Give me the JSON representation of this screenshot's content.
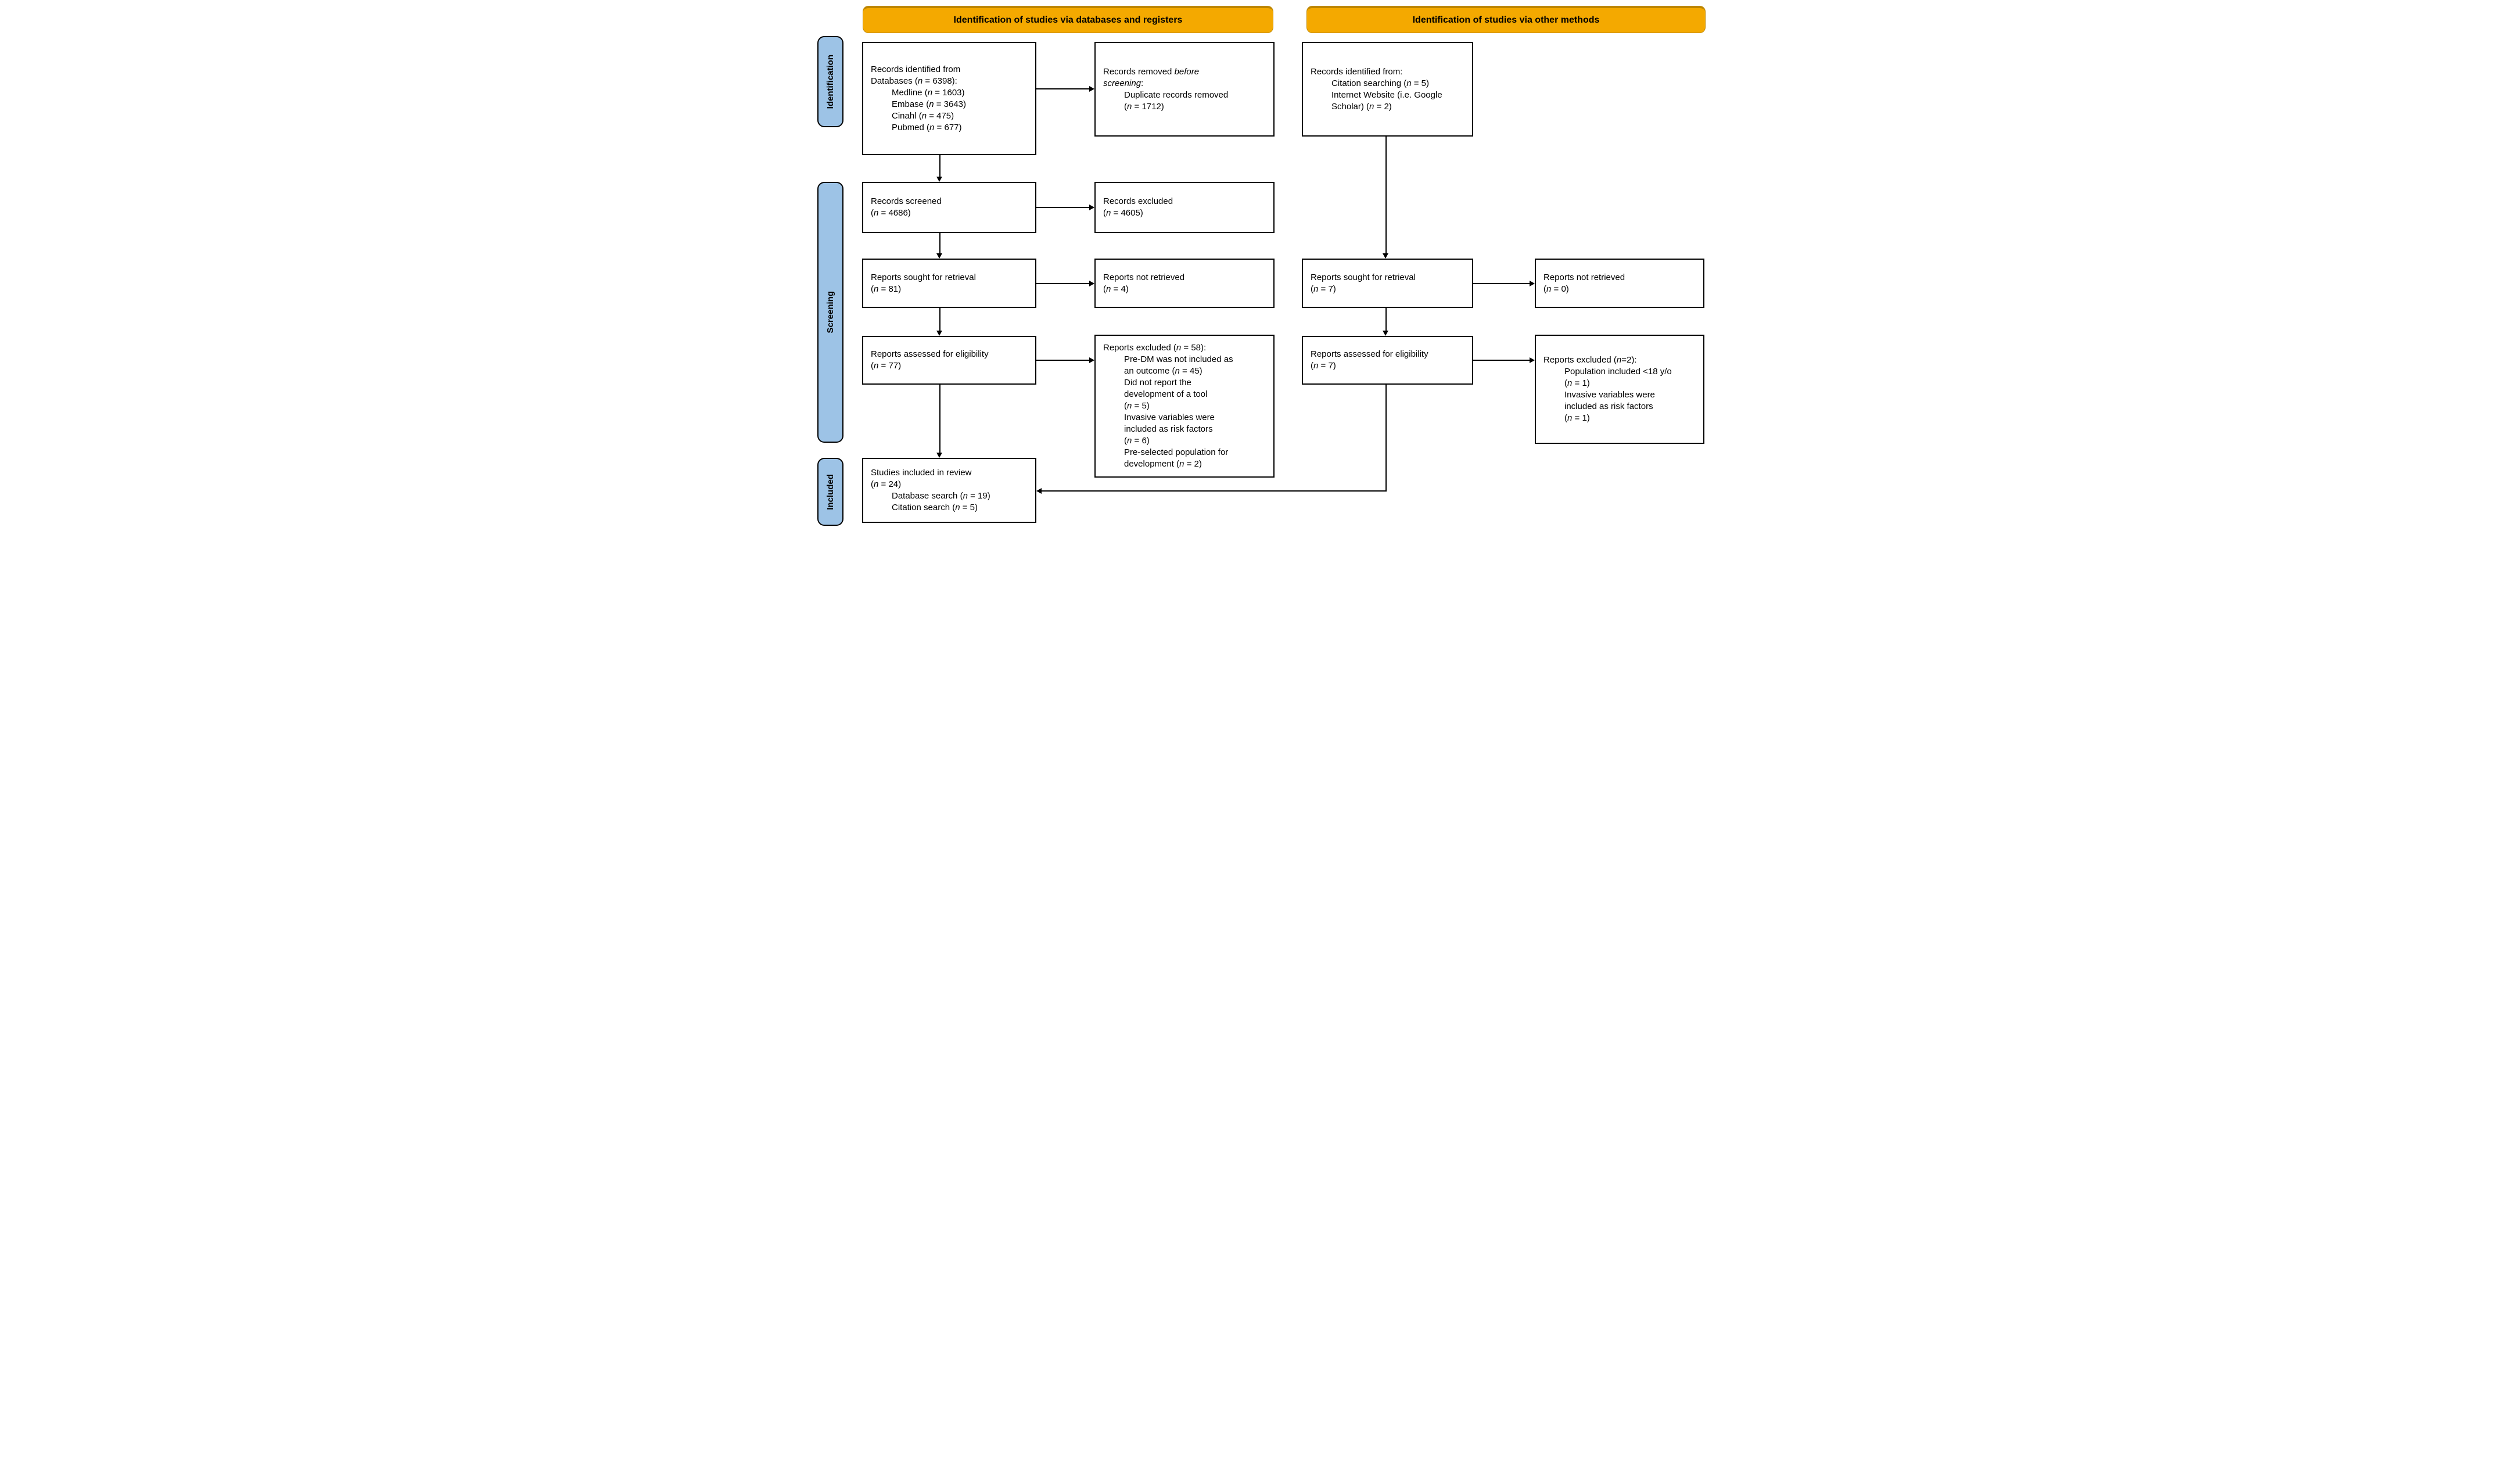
{
  "banners": {
    "databases": "Identification of studies via databases and registers",
    "other": "Identification of studies via other methods"
  },
  "sidebar": {
    "identification": "Identification",
    "screening": "Screening",
    "included": "Included"
  },
  "colors": {
    "banner": "#F4A900",
    "banner_border": "#C28A00",
    "sidebar_chip": "#9DC3E6",
    "box_border": "#000000",
    "background": "#FFFFFF"
  },
  "boxes": {
    "db_identified": {
      "lines": [
        {
          "t": "Records identified from",
          "ind": 0
        },
        {
          "t": "Databases (n = 6398):",
          "ind": 0
        },
        {
          "t": "Medline (n = 1603)",
          "ind": 1
        },
        {
          "t": "Embase (n = 3643)",
          "ind": 1
        },
        {
          "t": "Cinahl (n = 475)",
          "ind": 1
        },
        {
          "t": "Pubmed (n = 677)",
          "ind": 1
        }
      ]
    },
    "records_removed": {
      "lines": [
        {
          "t": "Records removed *before*",
          "ind": 0
        },
        {
          "t": "*screening*:",
          "ind": 0
        },
        {
          "t": "Duplicate records removed",
          "ind": 1
        },
        {
          "t": "(n = 1712)",
          "ind": 1
        }
      ]
    },
    "other_identified": {
      "lines": [
        {
          "t": "Records identified from:",
          "ind": 0
        },
        {
          "t": "Citation searching (n = 5)",
          "ind": 1
        },
        {
          "t": "Internet Website (i.e. Google",
          "ind": 1
        },
        {
          "t": "Scholar) (n = 2)",
          "ind": 1
        }
      ]
    },
    "records_screened": {
      "lines": [
        {
          "t": "Records screened",
          "ind": 0
        },
        {
          "t": "(n = 4686)",
          "ind": 0
        }
      ]
    },
    "records_excluded": {
      "lines": [
        {
          "t": "Records excluded",
          "ind": 0
        },
        {
          "t": "(n = 4605)",
          "ind": 0
        }
      ]
    },
    "reports_sought_db": {
      "lines": [
        {
          "t": "Reports sought for retrieval",
          "ind": 0
        },
        {
          "t": "(n = 81)",
          "ind": 0
        }
      ]
    },
    "reports_not_retrieved_db": {
      "lines": [
        {
          "t": "Reports not retrieved",
          "ind": 0
        },
        {
          "t": "(n = 4)",
          "ind": 0
        }
      ]
    },
    "reports_sought_other": {
      "lines": [
        {
          "t": "Reports sought for retrieval",
          "ind": 0
        },
        {
          "t": "(n = 7)",
          "ind": 0
        }
      ]
    },
    "reports_not_retrieved_other": {
      "lines": [
        {
          "t": "Reports not retrieved",
          "ind": 0
        },
        {
          "t": "(n = 0)",
          "ind": 0
        }
      ]
    },
    "reports_assessed_db": {
      "lines": [
        {
          "t": "Reports assessed for eligibility",
          "ind": 0
        },
        {
          "t": "(n = 77)",
          "ind": 0
        }
      ]
    },
    "reports_excluded_db": {
      "lines": [
        {
          "t": "Reports excluded (n = 58):",
          "ind": 0
        },
        {
          "t": "Pre-DM was not included as",
          "ind": 1
        },
        {
          "t": "an outcome (n = 45)",
          "ind": 1
        },
        {
          "t": "Did not report the",
          "ind": 1
        },
        {
          "t": "development of a tool",
          "ind": 1
        },
        {
          "t": "(n = 5)",
          "ind": 1
        },
        {
          "t": "Invasive variables were",
          "ind": 1
        },
        {
          "t": "included as risk factors",
          "ind": 1
        },
        {
          "t": "(n = 6)",
          "ind": 1
        },
        {
          "t": "Pre-selected population for",
          "ind": 1
        },
        {
          "t": "development (n = 2)",
          "ind": 1
        }
      ]
    },
    "reports_assessed_other": {
      "lines": [
        {
          "t": "Reports assessed for eligibility",
          "ind": 0
        },
        {
          "t": "(n = 7)",
          "ind": 0
        }
      ]
    },
    "reports_excluded_other": {
      "lines": [
        {
          "t": "Reports excluded (n=2):",
          "ind": 0
        },
        {
          "t": "Population included <18 y/o",
          "ind": 1
        },
        {
          "t": "(n = 1)",
          "ind": 1
        },
        {
          "t": "Invasive variables were",
          "ind": 1
        },
        {
          "t": "included as risk factors",
          "ind": 1
        },
        {
          "t": "(n = 1)",
          "ind": 1
        }
      ]
    },
    "studies_included": {
      "lines": [
        {
          "t": "Studies included in review",
          "ind": 0
        },
        {
          "t": "(n = 24)",
          "ind": 0
        },
        {
          "t": "Database search (n = 19)",
          "ind": 1
        },
        {
          "t": "Citation search (n = 5)",
          "ind": 1
        }
      ]
    }
  }
}
